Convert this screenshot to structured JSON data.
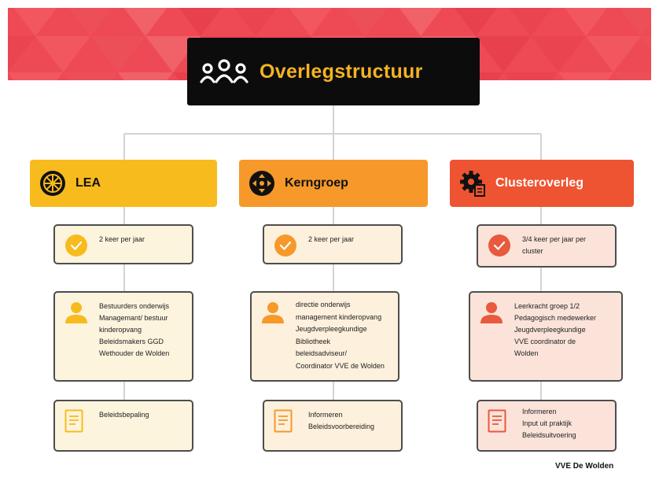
{
  "title": "Overlegstructuur",
  "colors": {
    "banner": "#ee4a55",
    "title_bg": "#0c0c0c",
    "title_text": "#f4b322",
    "lea_header": "#f8bb1e",
    "lea_card": "#fdf4de",
    "lea_icon": "#f8bb1e",
    "kern_header": "#f6992a",
    "kern_card": "#fdf0dc",
    "kern_icon": "#f6992a",
    "cluster_header": "#ee5431",
    "cluster_card": "#fbe3da",
    "cluster_icon": "#e8593d"
  },
  "columns": [
    {
      "name": "LEA",
      "header_icon": "wheel-icon",
      "frequency": [
        "2 keer per jaar"
      ],
      "participants": [
        "Bestuurders  onderwijs",
        "Managemant/ bestuur",
        "kinderopvang",
        "Beleidsmakers GGD",
        "Wethouder de Wolden"
      ],
      "tasks": [
        "Beleidsbepaling"
      ]
    },
    {
      "name": "Kerngroep",
      "header_icon": "arrows-circle-icon",
      "frequency": [
        "2 keer per jaar"
      ],
      "participants": [
        "directie onderwijs",
        "management kinderopvang",
        "Jeugdverpleegkundige",
        "Bibliotheek",
        "beleidsadviseur/",
        "Coordinator VVE de Wolden"
      ],
      "tasks": [
        "Informeren",
        "Beleidsvoorbereiding"
      ]
    },
    {
      "name": "Clusteroverleg",
      "header_icon": "gear-document-icon",
      "frequency": [
        "3/4 keer per jaar per",
        "cluster"
      ],
      "participants": [
        "Leerkracht groep 1/2",
        "Pedagogisch medewerker",
        "Jeugdverpleegkundige",
        "VVE coordinator de",
        "Wolden"
      ],
      "tasks": [
        "Informeren",
        "Input uit praktijk",
        "Beleidsuitvoering"
      ]
    }
  ],
  "footer": "VVE De Wolden"
}
